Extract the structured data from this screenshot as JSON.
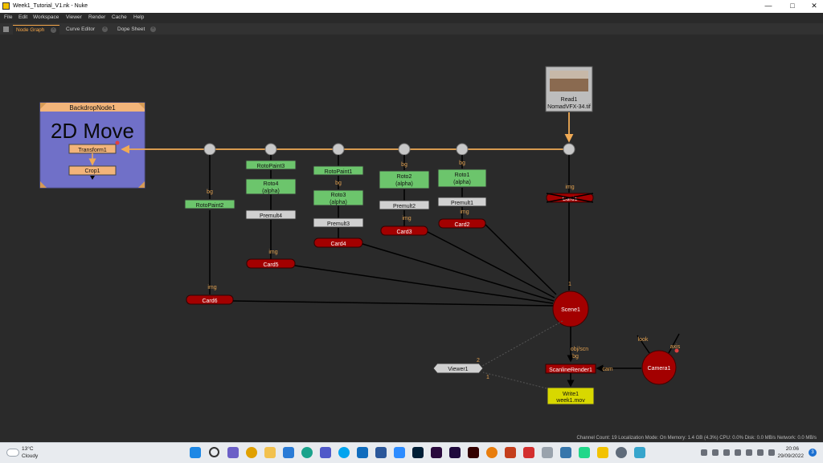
{
  "window": {
    "title": "Week1_Tutorial_V1.nk - Nuke",
    "minimize_icon": "minimize-icon",
    "maximize_icon": "maximize-icon",
    "close_icon": "close-icon"
  },
  "menu": [
    "File",
    "Edit",
    "Workspace",
    "Viewer",
    "Render",
    "Cache",
    "Help"
  ],
  "tabs": [
    {
      "label": "Node Graph",
      "active": true
    },
    {
      "label": "Curve Editor",
      "active": false
    },
    {
      "label": "Dope Sheet",
      "active": false
    }
  ],
  "graph": {
    "backdrop": {
      "name": "BackdropNode1",
      "label": "2D Move",
      "color": "#7070c8"
    },
    "nodes": {
      "transform1": "Transform1",
      "crop1": "Crop1",
      "read1": "Read1",
      "read1_file": "NomadVFX-34.tif",
      "rotopaint3": "RotoPaint3",
      "rotopaint1": "RotoPaint1",
      "rotopaint2": "RotoPaint2",
      "roto4": "Roto4",
      "roto3": "Roto3",
      "roto2": "Roto2",
      "roto1": "Roto1",
      "roto_alpha": "(alpha)",
      "premult4": "Premult4",
      "premult3": "Premult3",
      "premult2": "Premult2",
      "premult1": "Premult1",
      "card1": "Card1",
      "card2": "Card2",
      "card3": "Card3",
      "card4": "Card4",
      "card5": "Card5",
      "card6": "Card6",
      "scene1": "Scene1",
      "scanlinerender1": "ScanlineRender1",
      "camera1": "Camera1",
      "viewer1": "Viewer1",
      "write1": "Write1",
      "write1_file": "week1.mov"
    },
    "labels": {
      "bg": "bg",
      "img": "img",
      "obj_scn": "obj/scn",
      "cam": "cam",
      "look": "look",
      "axis": "axis",
      "one": "1",
      "two": "2"
    },
    "colors": {
      "pipe_orange": "#f0aa55",
      "card_red": "#a30000",
      "roto_green": "#6cc56c",
      "premult_grey": "#d0d0d0",
      "write_yellow": "#d8d800",
      "transform_orange": "#f2b47a"
    }
  },
  "status": "Channel Count: 19  Localization Mode: On  Memory: 1.4 GB (4.3%)  CPU: 0.0%  Disk: 0.0 MB/s  Network: 0.0 MB/s",
  "taskbar": {
    "weather_temp": "13°C",
    "weather_desc": "Cloudy",
    "time": "20:06",
    "date": "29/09/2022",
    "notification_count": "3",
    "apps": [
      "windows-start-icon",
      "search-icon",
      "teams-icon",
      "chrome-icon",
      "file-explorer-icon",
      "mail-icon",
      "edge-icon",
      "teams-app-icon",
      "skype-icon",
      "outlook-icon",
      "word-icon",
      "zoom-icon",
      "photoshop-icon",
      "premiere-icon",
      "after-effects-icon",
      "illustrator-icon",
      "blender-icon",
      "powerpoint-icon",
      "acrobat-icon",
      "notepad-icon",
      "python-icon",
      "pycharm-icon",
      "nuke-icon",
      "settings-icon",
      "maya-icon"
    ]
  }
}
